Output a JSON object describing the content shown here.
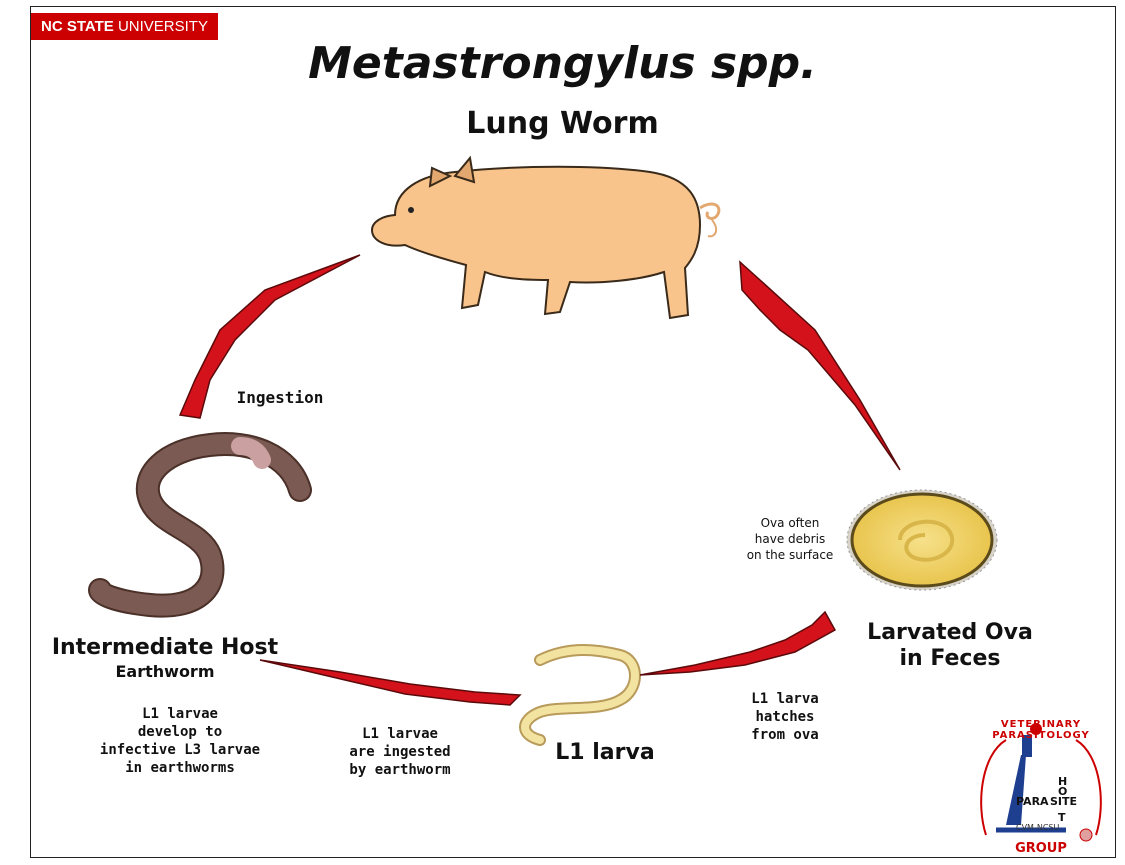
{
  "header": {
    "badge_bold": "NC STATE",
    "badge_rest": "UNIVERSITY"
  },
  "title": "Metastrongylus spp.",
  "subtitle": "Lung Worm",
  "labels": {
    "ingestion": "Ingestion",
    "ova_note": "Ova often\nhave debris\non the surface",
    "larvated_ova": "Larvated Ova\nin Feces",
    "l1_hatch": "L1 larva\nhatches\nfrom ova",
    "l1_larva": "L1 larva",
    "ingested": "L1 larvae\nare ingested\nby earthworm",
    "intermediate_host": "Intermediate Host",
    "earthworm": "Earthworm",
    "develop": "L1 larvae\ndevelop to\ninfective L3 larvae\nin earthworms"
  },
  "logo": {
    "arc_text": "VETERINARY PARASITOLOGY",
    "group": "GROUP",
    "para": "PARA",
    "site": "SITE",
    "host_h": "H",
    "host_o": "O",
    "host_t": "T",
    "cvm": "CVM-NCSU"
  },
  "colors": {
    "brand_red": "#cc0000",
    "arrow_red": "#d4121c",
    "pig": "#f9c48c",
    "worm": "#7a5a52",
    "ova": "#f1d36b",
    "larva": "#f3e3a0",
    "logo_blue": "#1e3f8f"
  }
}
